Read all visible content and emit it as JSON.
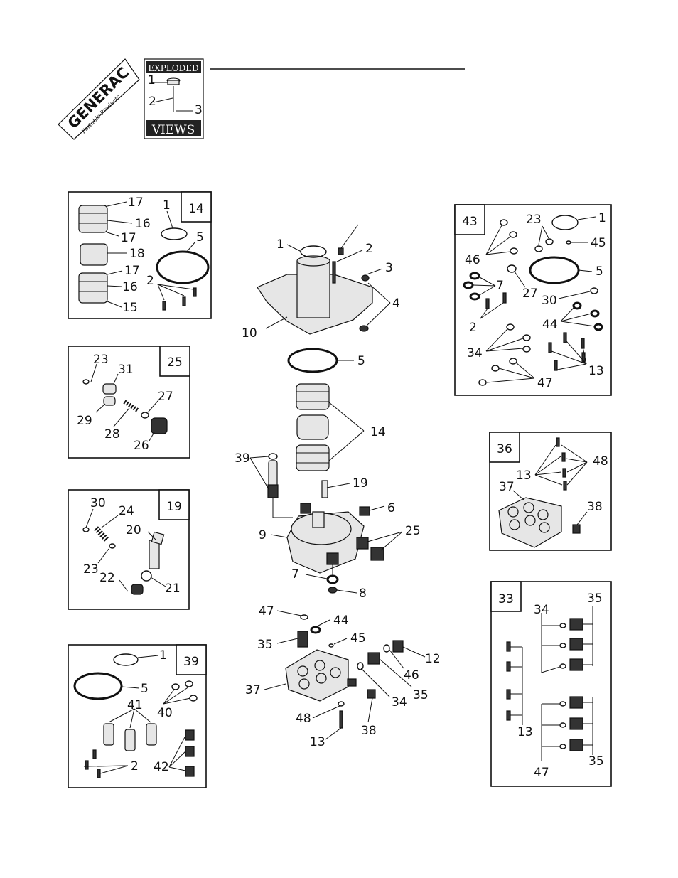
{
  "header": {
    "brand": "GENERAC",
    "brand_sub": "Portable Products",
    "badge_top": "EXPLODED",
    "badge_bottom": "VIEWS",
    "badge_callouts": [
      "1",
      "2",
      "3"
    ]
  },
  "main_assembly": {
    "callouts": [
      "1",
      "2",
      "3",
      "4",
      "10",
      "5",
      "14",
      "39",
      "19",
      "6",
      "9",
      "25",
      "7",
      "8",
      "47",
      "44",
      "35",
      "45",
      "12",
      "46",
      "37",
      "34",
      "35",
      "48",
      "38",
      "13"
    ]
  },
  "kits": {
    "k14": {
      "id": "14",
      "callouts": [
        "17",
        "16",
        "17",
        "18",
        "17",
        "16",
        "15",
        "1",
        "5",
        "2"
      ]
    },
    "k25": {
      "id": "25",
      "callouts": [
        "23",
        "31",
        "27",
        "29",
        "28",
        "26"
      ]
    },
    "k19": {
      "id": "19",
      "callouts": [
        "30",
        "24",
        "20",
        "23",
        "22",
        "21"
      ]
    },
    "k39": {
      "id": "39",
      "callouts": [
        "1",
        "5",
        "41",
        "40",
        "2",
        "42"
      ]
    },
    "k43": {
      "id": "43",
      "callouts": [
        "23",
        "1",
        "45",
        "46",
        "7",
        "27",
        "5",
        "30",
        "2",
        "44",
        "34",
        "13",
        "47"
      ]
    },
    "k36": {
      "id": "36",
      "callouts": [
        "48",
        "13",
        "37",
        "38"
      ]
    },
    "k33": {
      "id": "33",
      "callouts": [
        "35",
        "34",
        "13",
        "47",
        "35"
      ]
    }
  }
}
